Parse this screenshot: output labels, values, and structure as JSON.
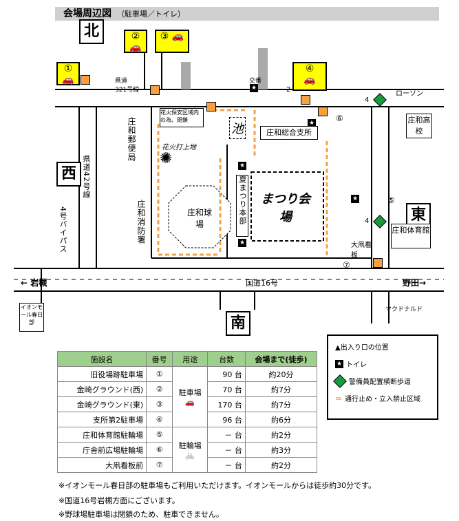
{
  "title": "会場周辺図",
  "subtitle": "（駐車場／トイレ）",
  "directions": {
    "north": "北",
    "west": "西",
    "east": "東",
    "south": "南"
  },
  "parking_lots": [
    {
      "num": "①",
      "icon": "car-icon"
    },
    {
      "num": "②",
      "icon": "car-icon"
    },
    {
      "num": "③",
      "icon": "car-icon"
    },
    {
      "num": "④",
      "icon": "car-icon"
    }
  ],
  "map_labels": {
    "prefectural_321": "県道\n321号線",
    "prefectural_42": "県道42号線",
    "bypass4": "4号バイパス",
    "route16": "国道16号",
    "iwatsuki": "← 岩槻",
    "noda": "野田→",
    "koban": "交番",
    "lawson": "ローソン",
    "showa_high": "庄和高校",
    "post_office": "庄和郵便局",
    "fire_station": "庄和消防署",
    "fireworks_area": "花火保安区域内の為、閉鎖",
    "fireworks_point": "花火打上地点",
    "pond": "池",
    "branch_office": "庄和総合支所",
    "natsumatsuri": "夏まつり本部",
    "festival_venue": "まつり会場",
    "ballpark": "庄和球場",
    "gym": "庄和体育館",
    "big_kite": "大凧看板",
    "mcdonalds": "マクドナルド",
    "aeon": "イオンモール春日部",
    "lot_num_2": "2",
    "lot_num_4a": "4",
    "lot_num_4b": "4",
    "num_5": "⑤",
    "num_6": "⑥",
    "num_7": "⑦"
  },
  "table": {
    "headers": [
      "施設名",
      "番号",
      "用途",
      "台数",
      "会場まで(徒歩)"
    ],
    "rows": [
      {
        "name": "旧役場跡駐車場",
        "num": "①",
        "count": "90 台",
        "walk": "約20分"
      },
      {
        "name": "金崎グラウンド(西)",
        "num": "②",
        "count": "70 台",
        "walk": "約7分"
      },
      {
        "name": "金崎グラウンド(東)",
        "num": "③",
        "count": "170 台",
        "walk": "約7分"
      },
      {
        "name": "支所第2駐車場",
        "num": "④",
        "count": "96 台",
        "walk": "約6分"
      },
      {
        "name": "庄和体育館駐輪場",
        "num": "⑤",
        "count": "－ 台",
        "walk": "約2分"
      },
      {
        "name": "庁舎前広場駐輪場",
        "num": "⑥",
        "count": "－ 台",
        "walk": "約3分"
      },
      {
        "name": "大凧看板前",
        "num": "⑦",
        "count": "－ 台",
        "walk": "約2分"
      }
    ],
    "use_parking": "駐車場",
    "use_bike": "駐輪場"
  },
  "legend": {
    "entrance": "▲出入り口の位置",
    "toilet": "トイレ",
    "guard": "警備員配置横断歩道",
    "closed": "通行止め・立入禁止区域"
  },
  "notes": [
    "※イオンモール春日部の駐車場もご利用いただけます。イオンモールからは徒歩約30分です。",
    "※国道16号岩槻方面にございます。",
    "※野球場駐車場は閉鎖のため、駐車できません。"
  ],
  "colors": {
    "parking": "#ffff00",
    "entrance": "#f5a142",
    "guard": "#1a9b3b",
    "closed": "#f5a142",
    "header": "#9fcf8c"
  }
}
